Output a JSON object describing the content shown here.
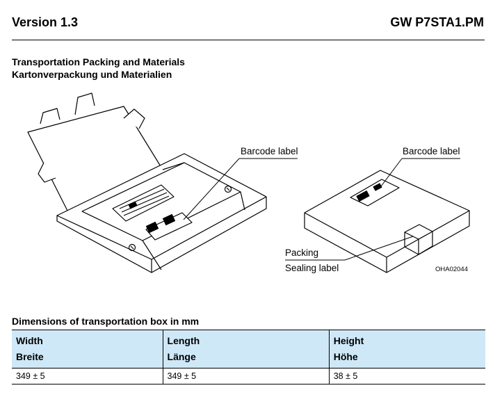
{
  "header": {
    "version": "Version 1.3",
    "part_number": "GW P7STA1.PM"
  },
  "section": {
    "title_en": "Transportation Packing and Materials",
    "title_de": "Kartonverpackung und Materialien"
  },
  "figure": {
    "left_label": "Barcode label",
    "right_label": "Barcode label",
    "packing_label": "Packing",
    "sealing_label": "Sealing label",
    "figure_code": "OHA02044"
  },
  "dimensions": {
    "title": "Dimensions of transportation box in mm",
    "columns": [
      {
        "en": "Width",
        "de": "Breite",
        "value": "349 ± 5"
      },
      {
        "en": "Length",
        "de": "Länge",
        "value": "349 ± 5"
      },
      {
        "en": "Height",
        "de": "Höhe",
        "value": "38 ± 5"
      }
    ]
  },
  "colors": {
    "table_header_bg": "#cfe8f7"
  }
}
